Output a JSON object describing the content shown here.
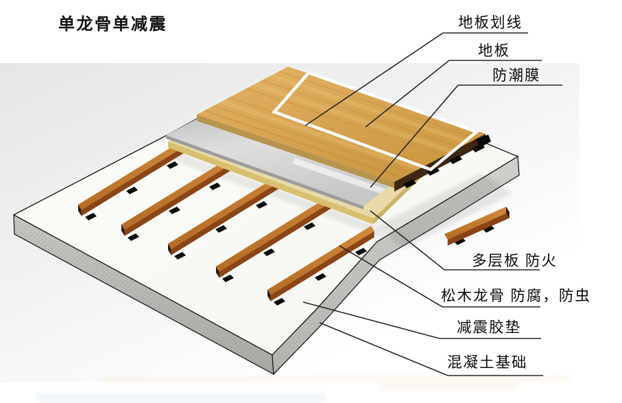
{
  "title": "单龙骨单减震",
  "labels": [
    {
      "id": "floor-marking-line",
      "text": "地板划线"
    },
    {
      "id": "floorboard",
      "text": "地板"
    },
    {
      "id": "moisture-proof-membrane",
      "text": "防潮膜"
    },
    {
      "id": "multilayer-board",
      "text": "多层板 防火"
    },
    {
      "id": "pine-keel",
      "text": "松木龙骨 防腐，防虫"
    },
    {
      "id": "shock-absorber-pad",
      "text": "减震胶垫"
    },
    {
      "id": "concrete-foundation",
      "text": "混凝土基础"
    }
  ],
  "colors": {
    "wood_floor": "#d9a856",
    "keel_wood": "#c07c33",
    "keel_side": "#8a4516",
    "plywood_edge": "#e2cf92",
    "membrane_silver": "#d6d6d6",
    "concrete_face": "#b5b5b1",
    "rubber_pad": "#0a0a0a",
    "leader_line": "#262626",
    "court_line": "#ffffff",
    "background_gray": "#e7e7e7"
  }
}
